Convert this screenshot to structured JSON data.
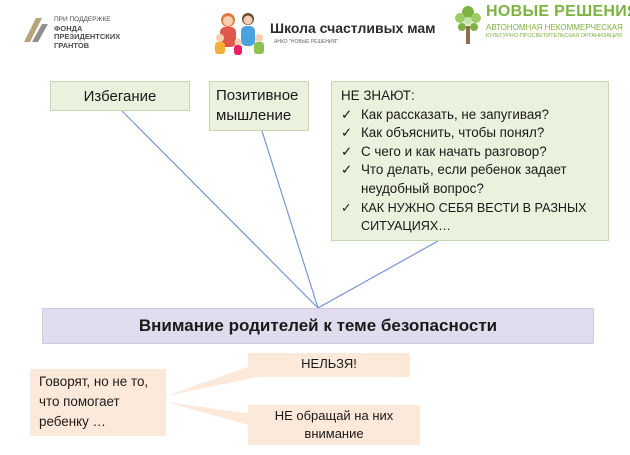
{
  "logos": {
    "fund": {
      "line1": "ПРИ ПОДДЕРЖКЕ",
      "line2": "ФОНДА",
      "line3": "ПРЕЗИДЕНТСКИХ",
      "line4": "ГРАНТОВ"
    },
    "school": {
      "title": "Школа счастливых мам",
      "subtitle": "АНКО \"НОВЫЕ РЕШЕНИЯ\""
    },
    "new_solutions": {
      "title": "НОВЫЕ РЕШЕНИЯ",
      "subtitle1": "АВТОНОМНАЯ НЕКОММЕРЧЕСКАЯ",
      "subtitle2": "КУЛЬТУРНО-ПРОСВЕТИТЕЛЬСКАЯ ОРГАНИЗАЦИЯ"
    }
  },
  "diagram": {
    "avoidance": "Избегание",
    "positive_line1": "Позитивное",
    "positive_line2": "мышление",
    "dont_know": {
      "title": "НЕ ЗНАЮТ:",
      "check_glyph": "✓",
      "items": [
        {
          "line1": "Как рассказать, не запугивая?",
          "line2": ""
        },
        {
          "line1": "Как объяснить, чтобы понял?",
          "line2": ""
        },
        {
          "line1": "С чего и как начать разговор?",
          "line2": ""
        },
        {
          "line1": "Что делать, если ребенок задает",
          "line2": "неудобный вопрос?"
        },
        {
          "line1": "КАК НУЖНО СЕБЯ ВЕСТИ В РАЗНЫХ",
          "line2": "СИТУАЦИЯХ…"
        }
      ]
    },
    "attention": "Внимание родителей к теме безопасности",
    "say_wrong": {
      "line1": "Говорят, но не то,",
      "line2": "что помогает",
      "line3": "ребенку …"
    },
    "forbidden": "НЕЛЬЗЯ!",
    "ignore": {
      "line1": "НЕ обращай на них",
      "line2": "внимание"
    }
  },
  "colors": {
    "green_box": "#eaf1dc",
    "lavender_bar": "#e0dcee",
    "orange_box": "#fde9d9",
    "connector_line": "#6a8fd0",
    "brand_green": "#7cb342"
  }
}
